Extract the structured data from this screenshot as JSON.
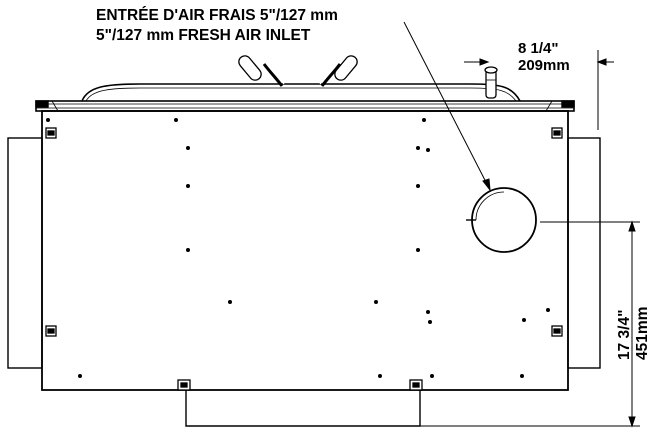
{
  "callout": {
    "line_fr": "ENTRÉE D'AIR FRAIS 5\"/127 mm",
    "line_en": "5\"/127 mm FRESH AIR INLET"
  },
  "dim_offset": {
    "imperial": "8  1/4\"",
    "metric": "209mm"
  },
  "dim_height": {
    "imperial": "17  3/4\"",
    "metric": "451mm"
  },
  "colors": {
    "ink": "#000000",
    "paper": "#ffffff"
  }
}
